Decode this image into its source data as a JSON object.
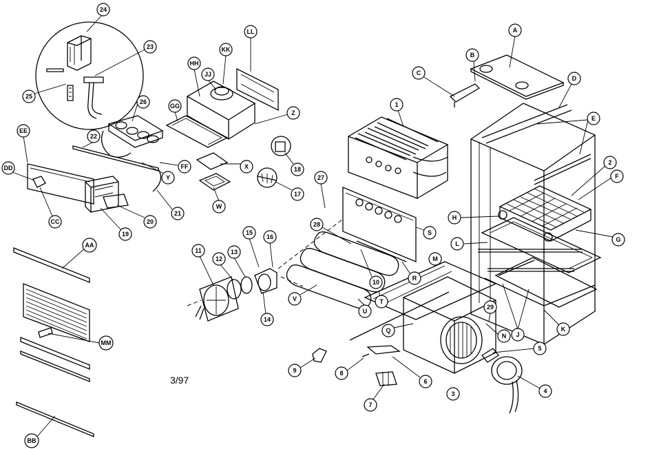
{
  "date_code": "3/97",
  "callouts": [
    "24",
    "23",
    "25",
    "26",
    "22",
    "EE",
    "DD",
    "CC",
    "19",
    "20",
    "21",
    "Y",
    "FF",
    "X",
    "W",
    "GG",
    "HH",
    "JJ",
    "KK",
    "LL",
    "Z",
    "18",
    "17",
    "27",
    "28",
    "10",
    "R",
    "S",
    "1",
    "A",
    "B",
    "C",
    "D",
    "E",
    "2",
    "F",
    "H",
    "L",
    "G",
    "M",
    "J",
    "K",
    "N",
    "29",
    "5",
    "4",
    "3",
    "6",
    "7",
    "8",
    "9",
    "Q",
    "T",
    "U",
    "V",
    "11",
    "12",
    "13",
    "14",
    "15",
    "16",
    "AA",
    "MM",
    "BB"
  ]
}
